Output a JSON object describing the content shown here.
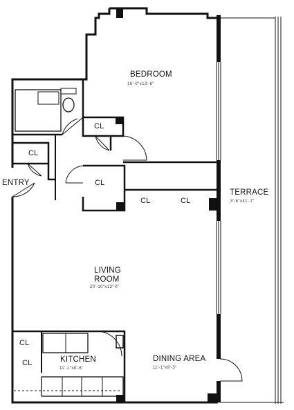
{
  "rooms": {
    "bedroom": {
      "name": "BEDROOM",
      "dim": "16'-0\"x13'-6\""
    },
    "living": {
      "name1": "LIVING",
      "name2": "ROOM",
      "dim": "20'-10\"x13'-0\""
    },
    "kitchen": {
      "name": "KITCHEN",
      "dim": "11'-1\"x8'-6\""
    },
    "dining": {
      "name": "DINING AREA",
      "dim": "11'-1\"x9'-3\""
    },
    "terrace": {
      "name": "TERRACE",
      "dim": "3'-6\"x41'-7\""
    },
    "entry": {
      "name": "ENTRY"
    },
    "closet_label": "CL"
  }
}
